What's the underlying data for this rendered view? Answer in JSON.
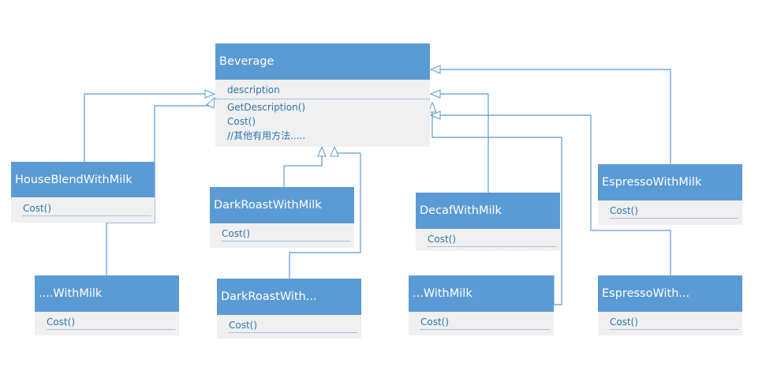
{
  "classes": {
    "beverage": {
      "name": "Beverage",
      "attributes": [
        "description"
      ],
      "methods": [
        "GetDescription()",
        "Cost()",
        "//其他有用方法....."
      ]
    },
    "house_blend_with_milk": {
      "name": "HouseBlendWithMilk",
      "methods": [
        "Cost()"
      ]
    },
    "dark_roast_with_milk": {
      "name": "DarkRoastWithMilk",
      "methods": [
        "Cost()"
      ]
    },
    "decaf_with_milk": {
      "name": "DecafWithMilk",
      "methods": [
        "Cost()"
      ]
    },
    "espresso_with_milk": {
      "name": "EspressoWithMilk",
      "methods": [
        "Cost()"
      ]
    },
    "with_milk_1": {
      "name": "....WithMilk",
      "methods": [
        "Cost()"
      ]
    },
    "dark_roast_with": {
      "name": "DarkRoastWith...",
      "methods": [
        "Cost()"
      ]
    },
    "with_milk_2": {
      "name": "...WithMilk",
      "methods": [
        "Cost()"
      ]
    },
    "espresso_with": {
      "name": "EspressoWith...",
      "methods": [
        "Cost()"
      ]
    }
  },
  "colors": {
    "header": "#5b9bd5",
    "body": "#f0f0f0",
    "text": "#2e75b6",
    "connector": "#5b9bd5"
  }
}
